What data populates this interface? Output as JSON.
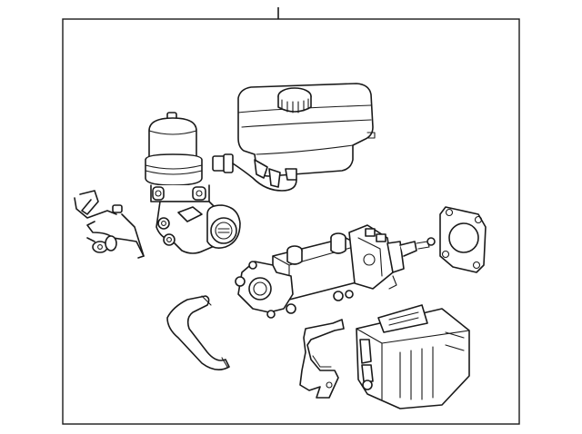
{
  "diagram": {
    "parts": [
      {
        "id": "reservoir",
        "label": ""
      },
      {
        "id": "accumulator-pump",
        "label": ""
      },
      {
        "id": "brake-line-bracket",
        "label": ""
      },
      {
        "id": "master-cylinder",
        "label": ""
      },
      {
        "id": "gasket",
        "label": ""
      },
      {
        "id": "hose",
        "label": ""
      },
      {
        "id": "mounting-bracket",
        "label": ""
      },
      {
        "id": "actuator-unit",
        "label": ""
      }
    ],
    "colors": {
      "line": "#1a1a1a",
      "background": "#ffffff",
      "frame": "#1a1a1a"
    }
  }
}
